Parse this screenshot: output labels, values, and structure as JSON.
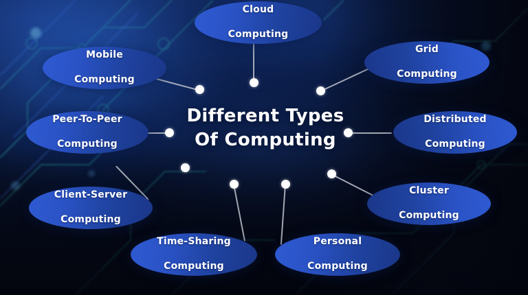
{
  "graphic": {
    "title_line1": "Different Types",
    "title_line2": "Of Computing",
    "background_color": "#060a1c",
    "node_gradient_from": "#2f5ad2",
    "node_gradient_to": "#1a3688",
    "connector_color": "#b7bcc6",
    "dot_color": "#ffffff",
    "text_color": "#ffffff"
  },
  "nodes": [
    {
      "id": "cloud",
      "line1": "Cloud",
      "line2": "Computing"
    },
    {
      "id": "mobile",
      "line1": "Mobile",
      "line2": "Computing"
    },
    {
      "id": "grid",
      "line1": "Grid",
      "line2": "Computing"
    },
    {
      "id": "peer",
      "line1": "Peer-To-Peer",
      "line2": "Computing"
    },
    {
      "id": "distributed",
      "line1": "Distributed",
      "line2": "Computing"
    },
    {
      "id": "client",
      "line1": "Client-Server",
      "line2": "Computing"
    },
    {
      "id": "cluster",
      "line1": "Cluster",
      "line2": "Computing"
    },
    {
      "id": "timesharing",
      "line1": "Time-Sharing",
      "line2": "Computing"
    },
    {
      "id": "personal",
      "line1": "Personal",
      "line2": "Computing"
    }
  ]
}
